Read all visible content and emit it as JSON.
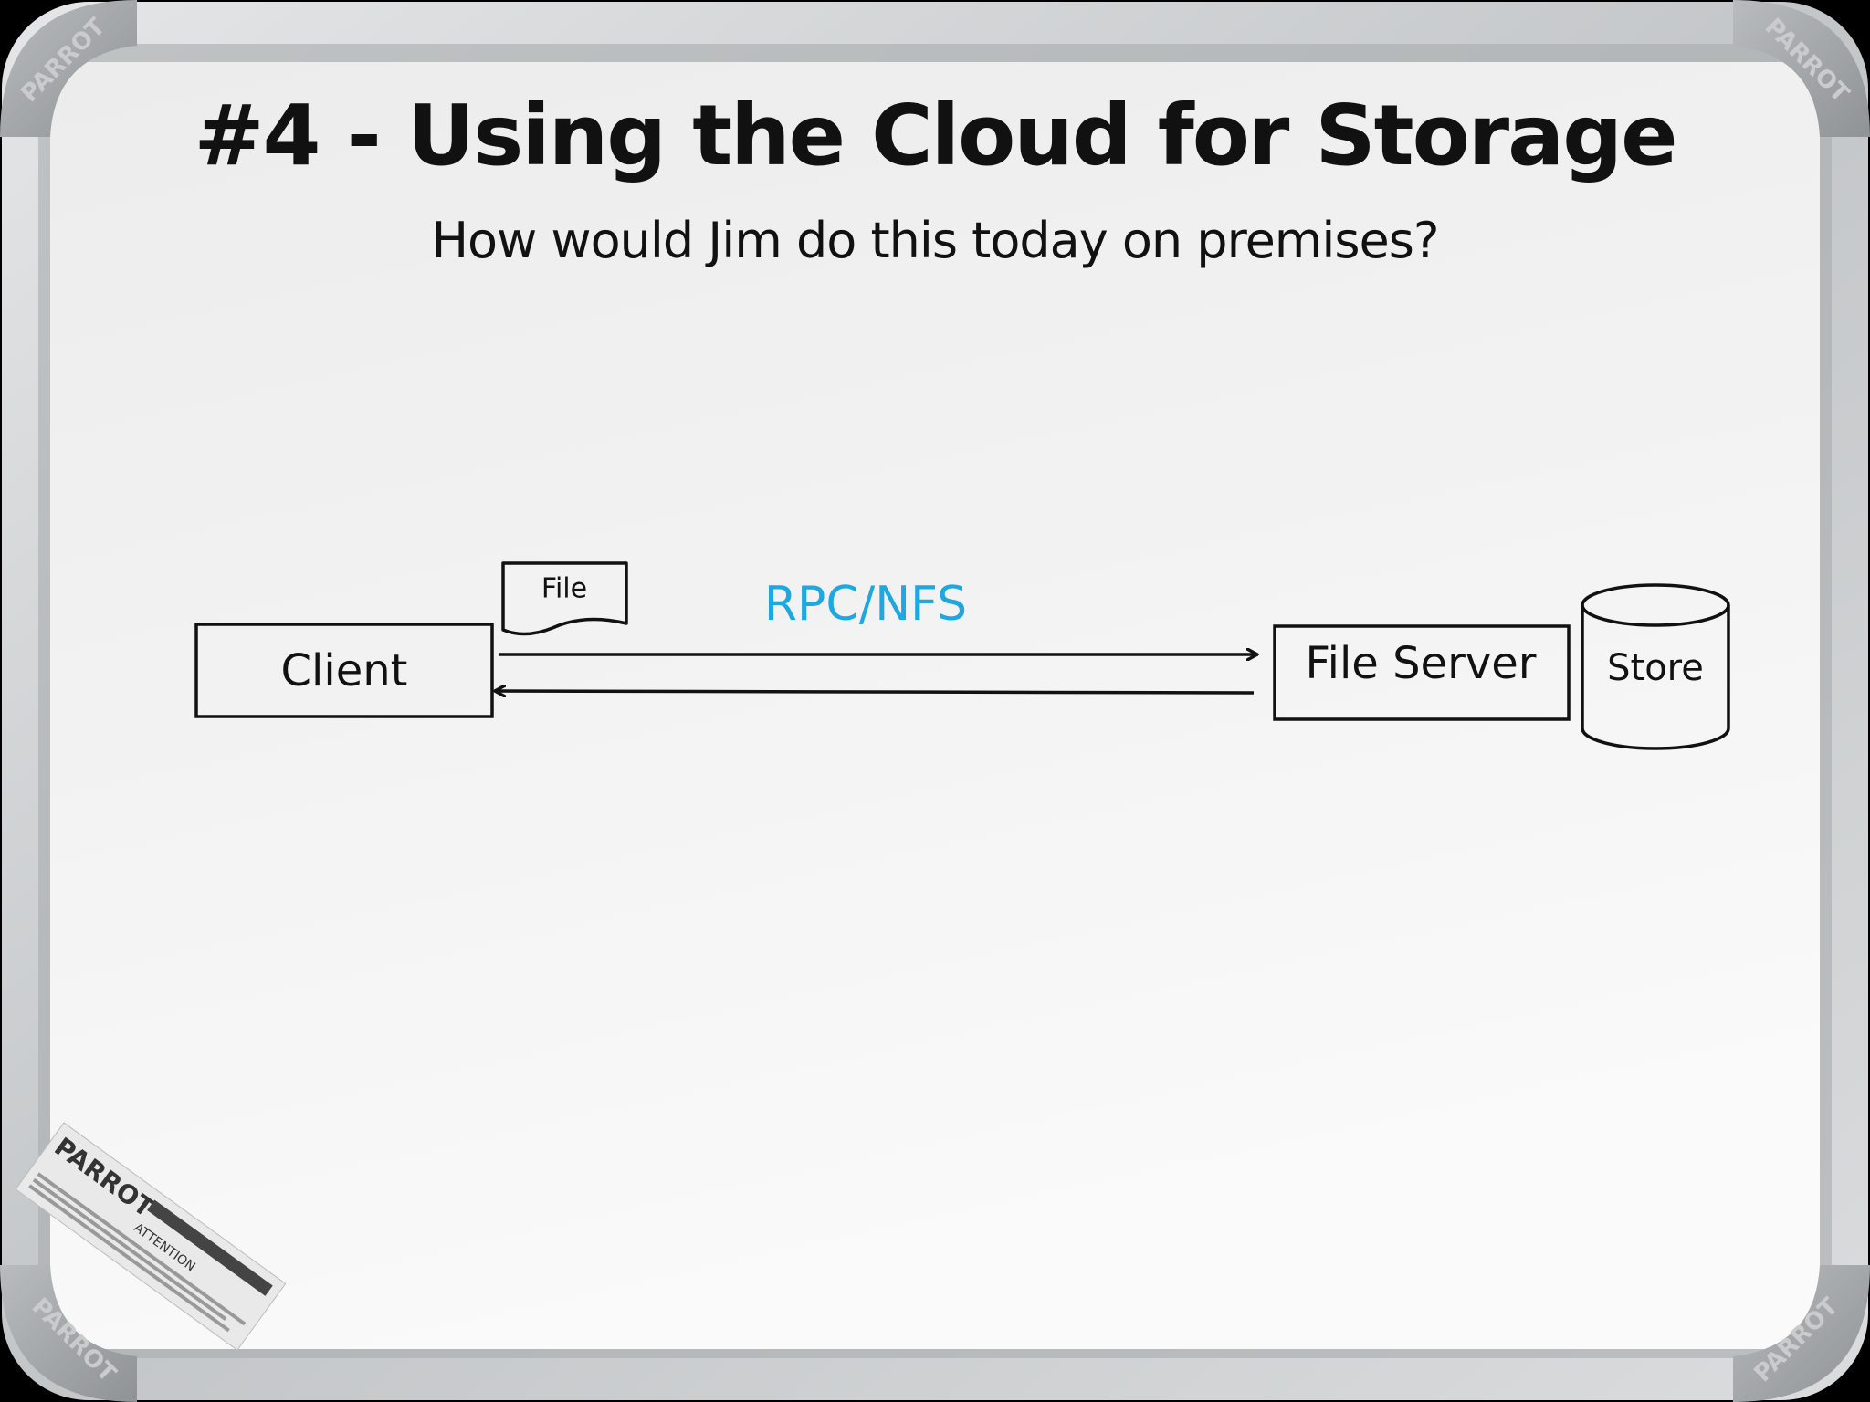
{
  "title": "#4 - Using the Cloud for Storage",
  "subtitle": "How would Jim do this today on premises?",
  "brand": "PARROT",
  "sticker": {
    "brand": "PARROT",
    "heading": "ATTENTION"
  },
  "diagram": {
    "client_label": "Client",
    "file_label": "File",
    "protocol_label": "RPC/NFS",
    "server_label": "File Server",
    "store_label": "Store"
  },
  "colors": {
    "ink": "#111111",
    "protocol": "#1ea7e1",
    "board": "#f1f1f1",
    "frame": "#c9cbcc"
  }
}
